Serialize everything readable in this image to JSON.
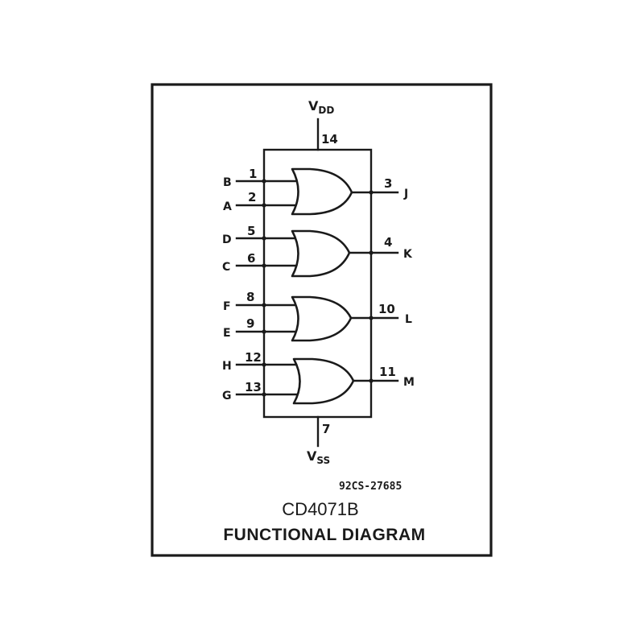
{
  "diagram": {
    "part_number": "CD4071B",
    "title": "FUNCTIONAL DIAGRAM",
    "figure_code": "92CS-27685",
    "gate_type": "OR",
    "colors": {
      "ink": "#1a1a1a",
      "background": "#ffffff"
    },
    "supply": {
      "vdd": {
        "label": "V",
        "subscript": "DD",
        "pin": "14"
      },
      "vss": {
        "label": "V",
        "subscript": "SS",
        "pin": "7"
      }
    },
    "gates": [
      {
        "inputs": [
          {
            "signal": "B",
            "pin": "1"
          },
          {
            "signal": "A",
            "pin": "2"
          }
        ],
        "output": {
          "signal": "J",
          "pin": "3"
        }
      },
      {
        "inputs": [
          {
            "signal": "D",
            "pin": "5"
          },
          {
            "signal": "C",
            "pin": "6"
          }
        ],
        "output": {
          "signal": "K",
          "pin": "4"
        }
      },
      {
        "inputs": [
          {
            "signal": "F",
            "pin": "8"
          },
          {
            "signal": "E",
            "pin": "9"
          }
        ],
        "output": {
          "signal": "L",
          "pin": "10"
        }
      },
      {
        "inputs": [
          {
            "signal": "H",
            "pin": "12"
          },
          {
            "signal": "G",
            "pin": "13"
          }
        ],
        "output": {
          "signal": "M",
          "pin": "11"
        }
      }
    ]
  }
}
